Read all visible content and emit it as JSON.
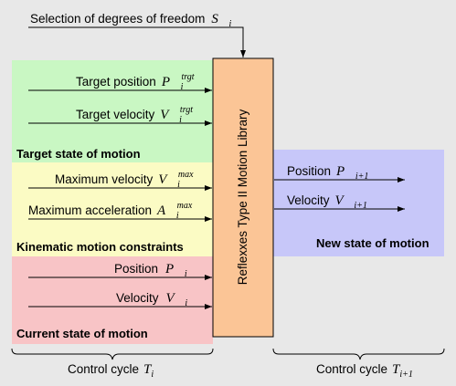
{
  "header": {
    "text": "Selection of degrees of freedom",
    "symbol": "S",
    "sub": "i"
  },
  "library": {
    "label": "Reflexxes Type II Motion Library"
  },
  "inputs": {
    "target_position": {
      "text": "Target position",
      "symbol": "P",
      "sub": "i",
      "sup": "trgt"
    },
    "target_velocity": {
      "text": "Target velocity",
      "symbol": "V",
      "sub": "i",
      "sup": "trgt"
    },
    "max_velocity": {
      "text": "Maximum velocity",
      "symbol": "V",
      "sub": "i",
      "sup": "max"
    },
    "max_acceleration": {
      "text": "Maximum acceleration",
      "symbol": "A",
      "sub": "i",
      "sup": "max"
    },
    "current_position": {
      "text": "Position",
      "symbol": "P",
      "sub": "i"
    },
    "current_velocity": {
      "text": "Velocity",
      "symbol": "V",
      "sub": "i"
    }
  },
  "outputs": {
    "new_position": {
      "text": "Position",
      "symbol": "P",
      "sub": "i+1"
    },
    "new_velocity": {
      "text": "Velocity",
      "symbol": "V",
      "sub": "i+1"
    }
  },
  "sections": {
    "target": {
      "title": "Target state of motion",
      "color": "#c9f7c3"
    },
    "kinematic": {
      "title": "Kinematic motion constraints",
      "color": "#fbfbc4"
    },
    "current": {
      "title": "Current state of motion",
      "color": "#f8c4c6"
    },
    "new": {
      "title": "New state of motion",
      "color": "#c7c7f9"
    }
  },
  "library_color": "#fbc596",
  "cycles": {
    "current": {
      "text": "Control cycle",
      "symbol": "T",
      "sub": "i"
    },
    "next": {
      "text": "Control cycle",
      "symbol": "T",
      "sub": "i+1"
    }
  }
}
